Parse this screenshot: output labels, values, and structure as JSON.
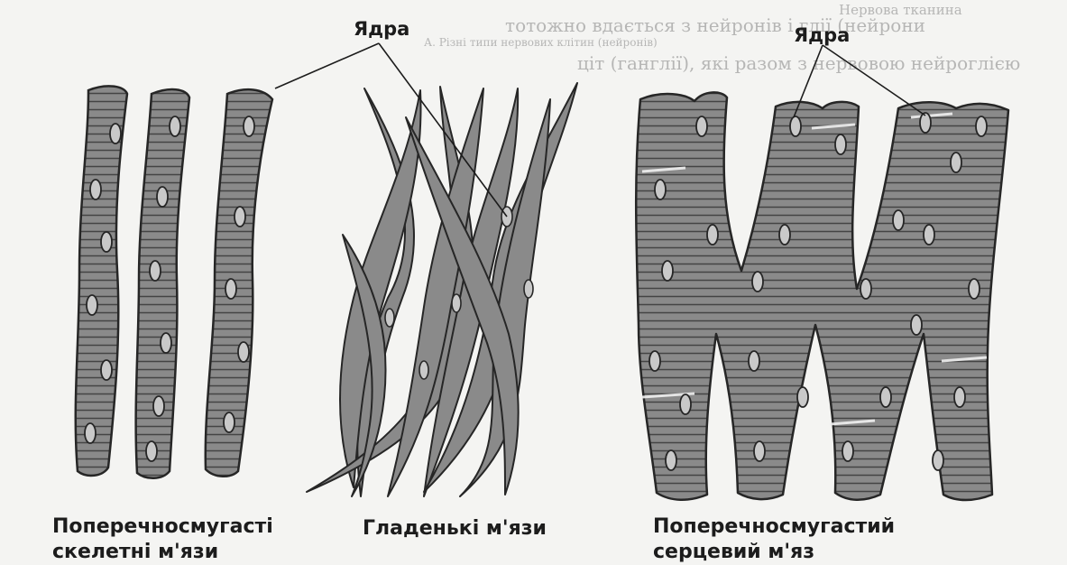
{
  "labels": {
    "nuclei_left": "Ядра",
    "nuclei_right": "Ядра"
  },
  "captions": {
    "skeletal_line1": "Поперечносмугасті",
    "skeletal_line2": "скелетні м'язи",
    "smooth": "Гладенькі м'язи",
    "cardiac_line1": "Поперечносмугастий",
    "cardiac_line2": "серцевий м'яз"
  },
  "bleed_through": {
    "top_heading": "Нервова тканина",
    "figure_caption": "А. Різні типи нервових клітин (нейронів)",
    "line_1": "тотожно вдається з нейронів і глії (нейрони",
    "line_2": "ціт (ганглії), які разом з нервовою нейроглією"
  },
  "colors": {
    "fiber_fill": "#8a8a8a",
    "fiber_edge": "#262626",
    "stripe": "#4a4a4a",
    "nucleus_fill": "#c9c9c9",
    "ink": "#1c1c1c",
    "paper": "#f4f4f2"
  }
}
